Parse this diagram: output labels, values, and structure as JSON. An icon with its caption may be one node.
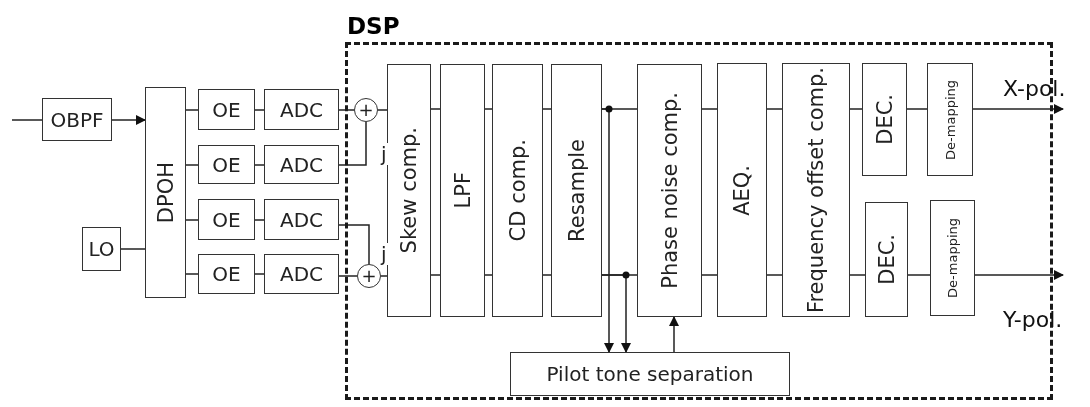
{
  "diagram": {
    "nodes": [
      {
        "text": [
          "DSP"
        ]
      },
      {
        "text": [
          "OBPF"
        ]
      },
      {
        "text": [
          "DPOH"
        ]
      },
      {
        "text": [
          "LO"
        ]
      },
      {
        "text": [
          "OE"
        ]
      },
      {
        "text": [
          "ADC"
        ]
      },
      {
        "text": [
          "OE"
        ]
      },
      {
        "text": [
          "ADC"
        ]
      },
      {
        "text": [
          "OE"
        ]
      },
      {
        "text": [
          "ADC"
        ]
      },
      {
        "text": [
          "OE"
        ]
      },
      {
        "text": [
          "ADC"
        ]
      },
      {
        "text": [
          "+"
        ],
        "in": 0
      },
      {
        "text": [
          "+"
        ],
        "in": 0
      },
      {
        "text": [
          "Skew comp."
        ],
        "in": 0
      },
      {
        "text": [
          "LPF"
        ],
        "in": 0
      },
      {
        "text": [
          "CD comp."
        ],
        "in": 0
      },
      {
        "text": [
          "Resample"
        ],
        "in": 0
      },
      {
        "text": [
          "Phase noise comp."
        ],
        "in": 0
      },
      {
        "text": [
          "AEQ."
        ],
        "in": 0
      },
      {
        "text": [
          "Frequency offset comp."
        ],
        "in": 0
      },
      {
        "text": [
          "DEC."
        ],
        "in": 0
      },
      {
        "text": [
          "De-mapping"
        ],
        "in": 0
      },
      {
        "text": [
          "DEC."
        ],
        "in": 0
      },
      {
        "text": [
          "De-mapping"
        ],
        "in": 0
      },
      {
        "text": [
          "Pilot tone separation"
        ],
        "in": 0
      },
      {
        "text": [
          "X-pol."
        ]
      },
      {
        "text": [
          "Y-pol."
        ]
      }
    ],
    "edges": [
      {
        "from": null,
        "to": 1,
        "arrow": "none"
      },
      {
        "from": 1,
        "to": 2,
        "arrow": "to"
      },
      {
        "from": 3,
        "to": 2,
        "arrow": "none"
      },
      {
        "from": 2,
        "to": 4,
        "arrow": "none"
      },
      {
        "from": 2,
        "to": 6,
        "arrow": "none"
      },
      {
        "from": 2,
        "to": 8,
        "arrow": "none"
      },
      {
        "from": 2,
        "to": 10,
        "arrow": "none"
      },
      {
        "from": 4,
        "to": 5,
        "arrow": "none"
      },
      {
        "from": 6,
        "to": 7,
        "arrow": "none"
      },
      {
        "from": 8,
        "to": 9,
        "arrow": "none"
      },
      {
        "from": 10,
        "to": 11,
        "arrow": "none"
      },
      {
        "from": 5,
        "to": 12,
        "arrow": "none"
      },
      {
        "from": 7,
        "to": 12,
        "arrow": "none",
        "label": "j"
      },
      {
        "from": 9,
        "to": 13,
        "arrow": "none",
        "label": "j"
      },
      {
        "from": 11,
        "to": 13,
        "arrow": "none"
      },
      {
        "from": 12,
        "to": 14,
        "arrow": "none"
      },
      {
        "from": 13,
        "to": 14,
        "arrow": "none"
      },
      {
        "from": 14,
        "to": 15,
        "arrow": "none"
      },
      {
        "from": 14,
        "to": 15,
        "arrow": "none"
      },
      {
        "from": 15,
        "to": 16,
        "arrow": "none"
      },
      {
        "from": 15,
        "to": 16,
        "arrow": "none"
      },
      {
        "from": 16,
        "to": 17,
        "arrow": "none"
      },
      {
        "from": 16,
        "to": 17,
        "arrow": "none"
      },
      {
        "from": 17,
        "to": 18,
        "arrow": "none"
      },
      {
        "from": 17,
        "to": 18,
        "arrow": "none"
      },
      {
        "from": 18,
        "to": 19,
        "arrow": "none"
      },
      {
        "from": 18,
        "to": 19,
        "arrow": "none"
      },
      {
        "from": 19,
        "to": 20,
        "arrow": "none"
      },
      {
        "from": 19,
        "to": 20,
        "arrow": "none"
      },
      {
        "from": 20,
        "to": 21,
        "arrow": "none"
      },
      {
        "from": 20,
        "to": 23,
        "arrow": "none"
      },
      {
        "from": 21,
        "to": 22,
        "arrow": "none"
      },
      {
        "from": 23,
        "to": 24,
        "arrow": "none"
      },
      {
        "from": 22,
        "to": 26,
        "arrow": "to"
      },
      {
        "from": 24,
        "to": 27,
        "arrow": "to"
      },
      {
        "from": 17,
        "to": 25,
        "arrow": "to"
      },
      {
        "from": 17,
        "to": 25,
        "arrow": "to"
      },
      {
        "from": 25,
        "to": 18,
        "arrow": "to"
      }
    ]
  }
}
